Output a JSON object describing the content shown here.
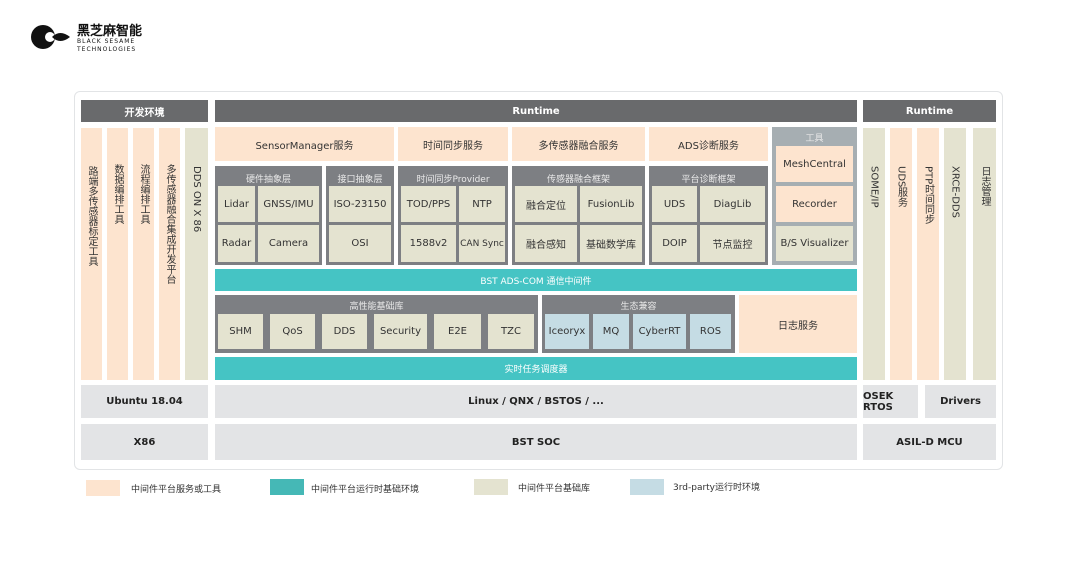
{
  "logo": {
    "name_cn": "黑芝麻智能",
    "name_en_1": "BLACK SESAME",
    "name_en_2": "TECHNOLOGIES"
  },
  "colors": {
    "peach": "#fde4cf",
    "teal": "#45c4c4",
    "beige": "#e4e3d0",
    "blue": "#c5dce4",
    "header": "#696a6c",
    "group": "#7d7f83"
  },
  "left": {
    "header": "开发环境",
    "tools": [
      "路端多传感器标定工具",
      "数据编排工具",
      "流程编排工具",
      "多传感器融合集成开发平台"
    ],
    "dds": "DDS ON X 86",
    "os": "Ubuntu 18.04",
    "hw": "X86"
  },
  "center": {
    "header": "Runtime",
    "services": [
      "SensorManager服务",
      "时间同步服务",
      "多传感器融合服务",
      "ADS诊断服务"
    ],
    "tools_group": {
      "title": "工具",
      "items": [
        "MeshCentral",
        "Recorder",
        "B/S Visualizer"
      ]
    },
    "hal": {
      "title": "硬件抽象层",
      "items": [
        "Lidar",
        "GNSS/IMU",
        "Radar",
        "Camera"
      ]
    },
    "iface": {
      "title": "接口抽象层",
      "items": [
        "ISO-23150",
        "OSI"
      ]
    },
    "timesync": {
      "title": "时间同步Provider",
      "items": [
        "TOD/PPS",
        "NTP",
        "1588v2",
        "CAN Sync"
      ]
    },
    "fusion": {
      "title": "传感器融合框架",
      "items": [
        "融合定位",
        "FusionLib",
        "融合感知",
        "基础数学库"
      ]
    },
    "diag": {
      "title": "平台诊断框架",
      "items": [
        "UDS",
        "DiagLib",
        "DOIP",
        "节点监控"
      ]
    },
    "comm_bar": "BST ADS-COM 通信中间件",
    "perf": {
      "title": "高性能基础库",
      "items": [
        "SHM",
        "QoS",
        "DDS",
        "Security",
        "E2E",
        "TZC"
      ]
    },
    "eco": {
      "title": "生态兼容",
      "items": [
        "Iceoryx",
        "MQ",
        "CyberRT",
        "ROS"
      ]
    },
    "log_service": "日志服务",
    "rt_bar": "实时任务调度器",
    "os": "Linux / QNX / BSTOS / ...",
    "hw": "BST SOC"
  },
  "right": {
    "header": "Runtime",
    "cols": [
      "SOME/IP",
      "UDS服务",
      "PTP时间同步",
      "XRCE-DDS",
      "日志管理"
    ],
    "os": "OSEK RTOS",
    "drivers": "Drivers",
    "hw": "ASIL-D MCU"
  },
  "legend": [
    {
      "label": "中间件平台服务或工具",
      "color": "#fde4cf"
    },
    {
      "label": "中间件平台运行时基础环境",
      "color": "#45b8b6"
    },
    {
      "label": "中间件平台基础库",
      "color": "#e4e3d0"
    },
    {
      "label": "3rd-party运行时环境",
      "color": "#c5dce4"
    }
  ]
}
